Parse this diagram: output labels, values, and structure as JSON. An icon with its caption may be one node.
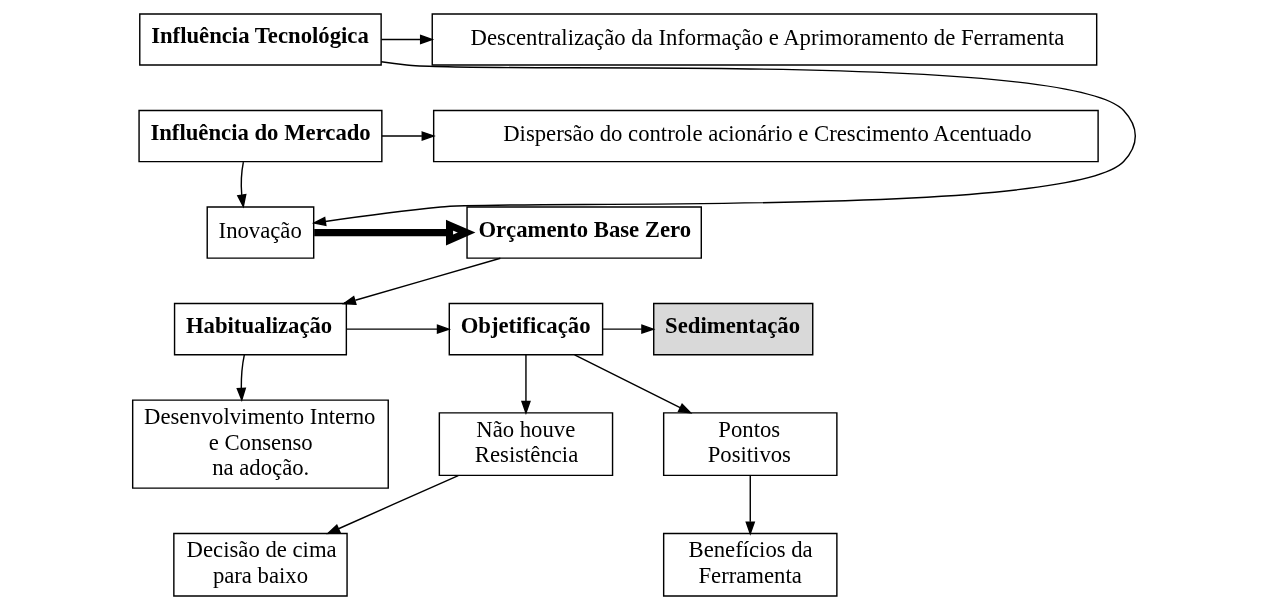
{
  "diagram": {
    "nodes": [
      {
        "text": [
          "Influência Tecnológica"
        ]
      },
      {
        "text": [
          "Descentralização da Informação e Aprimoramento de Ferramenta"
        ]
      },
      {
        "text": [
          "Influência do Mercado"
        ]
      },
      {
        "text": [
          "Dispersão do controle acionário e Crescimento Acentuado"
        ]
      },
      {
        "text": [
          "Inovação"
        ]
      },
      {
        "text": [
          "Orçamento Base Zero"
        ]
      },
      {
        "text": [
          "Habitualização"
        ]
      },
      {
        "text": [
          "Objetificação"
        ]
      },
      {
        "text": [
          "Sedimentação"
        ]
      },
      {
        "text": [
          "Desenvolvimento Interno e Consenso na adoção."
        ]
      },
      {
        "text": [
          "Não houve Resistência"
        ]
      },
      {
        "text": [
          "Pontos Positivos"
        ]
      },
      {
        "text": [
          "Decisão de cima para baixo"
        ]
      },
      {
        "text": [
          "Benefícios da Ferramenta"
        ]
      }
    ],
    "edges": [
      {
        "from": 0,
        "to": 1,
        "arrow": "to"
      },
      {
        "from": 2,
        "to": 3,
        "arrow": "to"
      },
      {
        "from": 0,
        "to": 4,
        "arrow": "to"
      },
      {
        "from": 2,
        "to": 4,
        "arrow": "to"
      },
      {
        "from": 4,
        "to": 5,
        "arrow": "to",
        "style": "thick"
      },
      {
        "from": 5,
        "to": 6,
        "arrow": "to"
      },
      {
        "from": 6,
        "to": 7,
        "arrow": "to"
      },
      {
        "from": 7,
        "to": 8,
        "arrow": "to"
      },
      {
        "from": 6,
        "to": 9,
        "arrow": "to"
      },
      {
        "from": 7,
        "to": 10,
        "arrow": "to"
      },
      {
        "from": 7,
        "to": 11,
        "arrow": "to"
      },
      {
        "from": 10,
        "to": 12,
        "arrow": "to"
      },
      {
        "from": 11,
        "to": 13,
        "arrow": "to"
      }
    ]
  }
}
